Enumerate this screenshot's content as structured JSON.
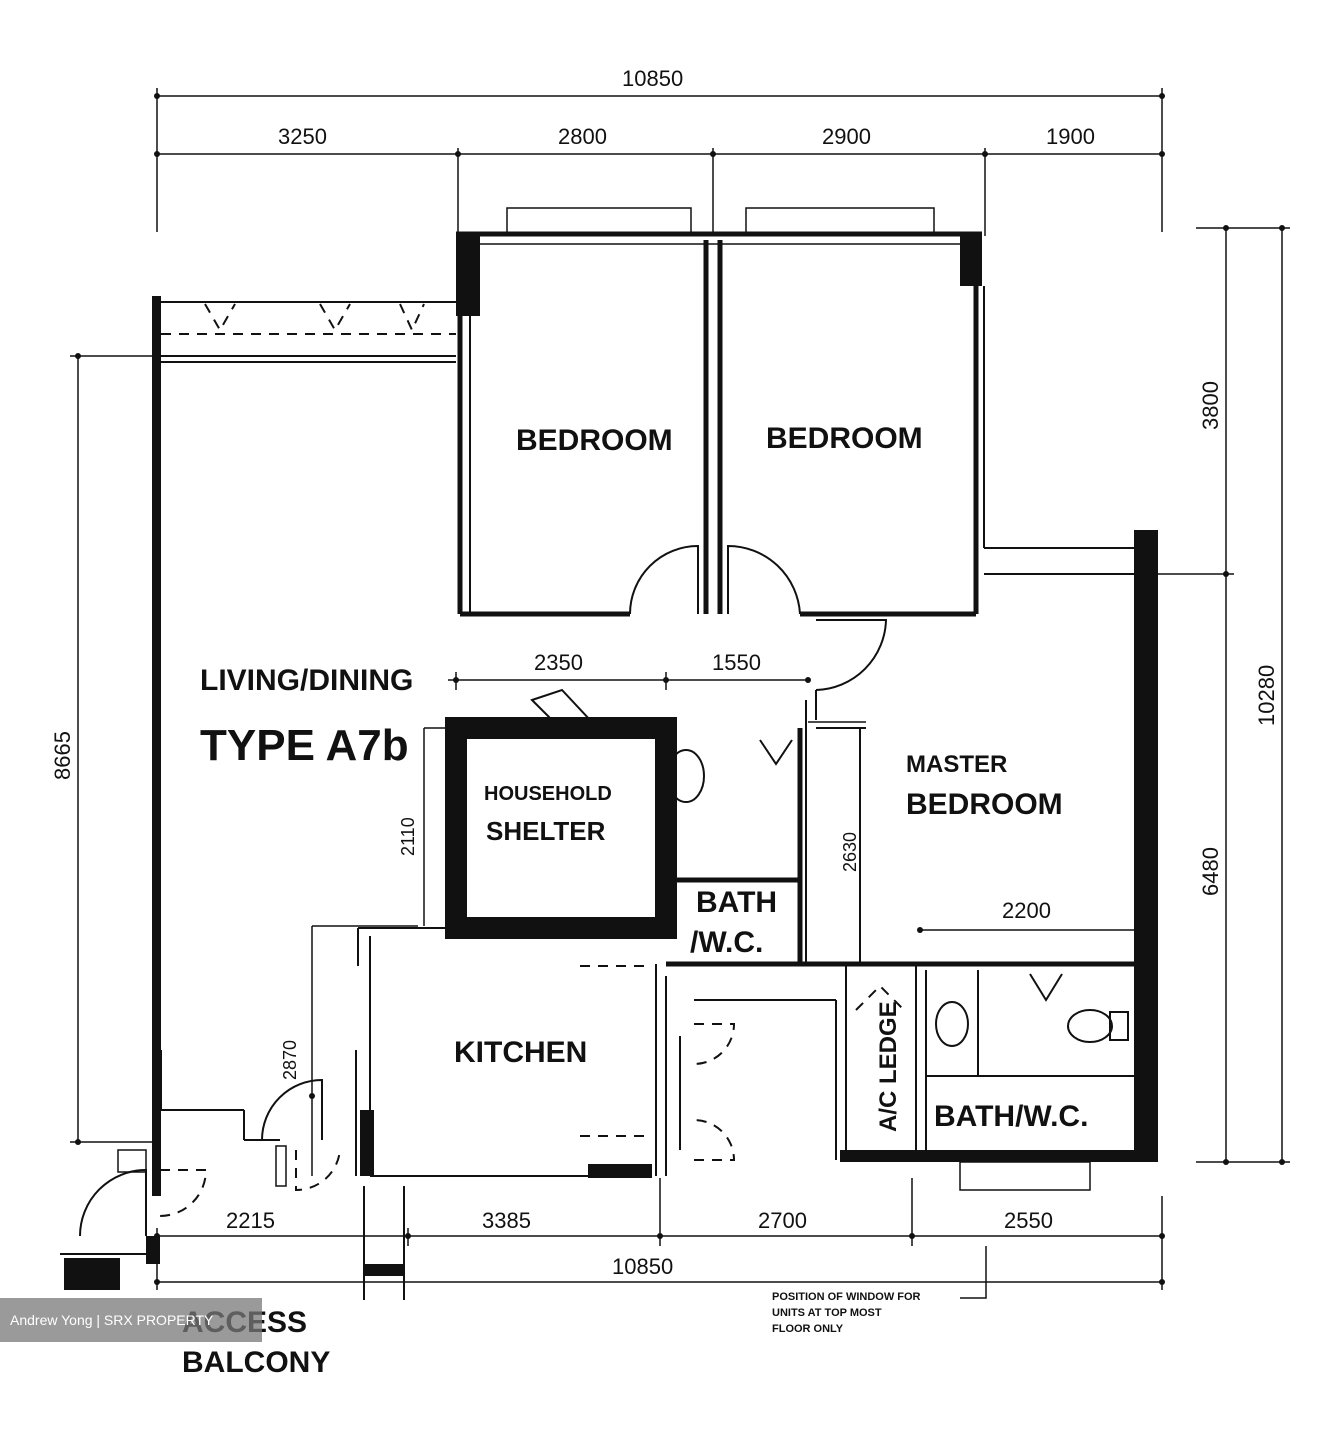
{
  "plan_type": "TYPE A7b",
  "rooms": {
    "living": "LIVING/DINING",
    "bedroom_1": "BEDROOM",
    "bedroom_2": "BEDROOM",
    "master_line1": "MASTER",
    "master_line2": "BEDROOM",
    "household_line1": "HOUSEHOLD",
    "household_line2": "SHELTER",
    "bath_1_line1": "BATH",
    "bath_1_line2": "/W.C.",
    "bath_2": "BATH/W.C.",
    "kitchen": "KITCHEN",
    "ac_ledge": "A/C LEDGE",
    "access_line1": "ACCESS",
    "access_line2": "BALCONY"
  },
  "dimensions": {
    "top_total": "10850",
    "top_1": "3250",
    "top_2": "2800",
    "top_3": "2900",
    "top_4": "1900",
    "bottom_total": "10850",
    "bottom_1": "2215",
    "bottom_2": "3385",
    "bottom_3": "2700",
    "bottom_4": "2550",
    "right_total": "10280",
    "right_1": "3800",
    "right_2": "6480",
    "left_total": "8665",
    "inner_1": "2350",
    "inner_2": "1550",
    "inner_3": "2200",
    "inner_4": "2870",
    "inner_5": "2110",
    "inner_6": "2630"
  },
  "notes": {
    "window_line1": "POSITION OF WINDOW FOR",
    "window_line2": "UNITS AT TOP MOST",
    "window_line3": "FLOOR ONLY"
  },
  "watermark": "Andrew Yong | SRX PROPERTY"
}
